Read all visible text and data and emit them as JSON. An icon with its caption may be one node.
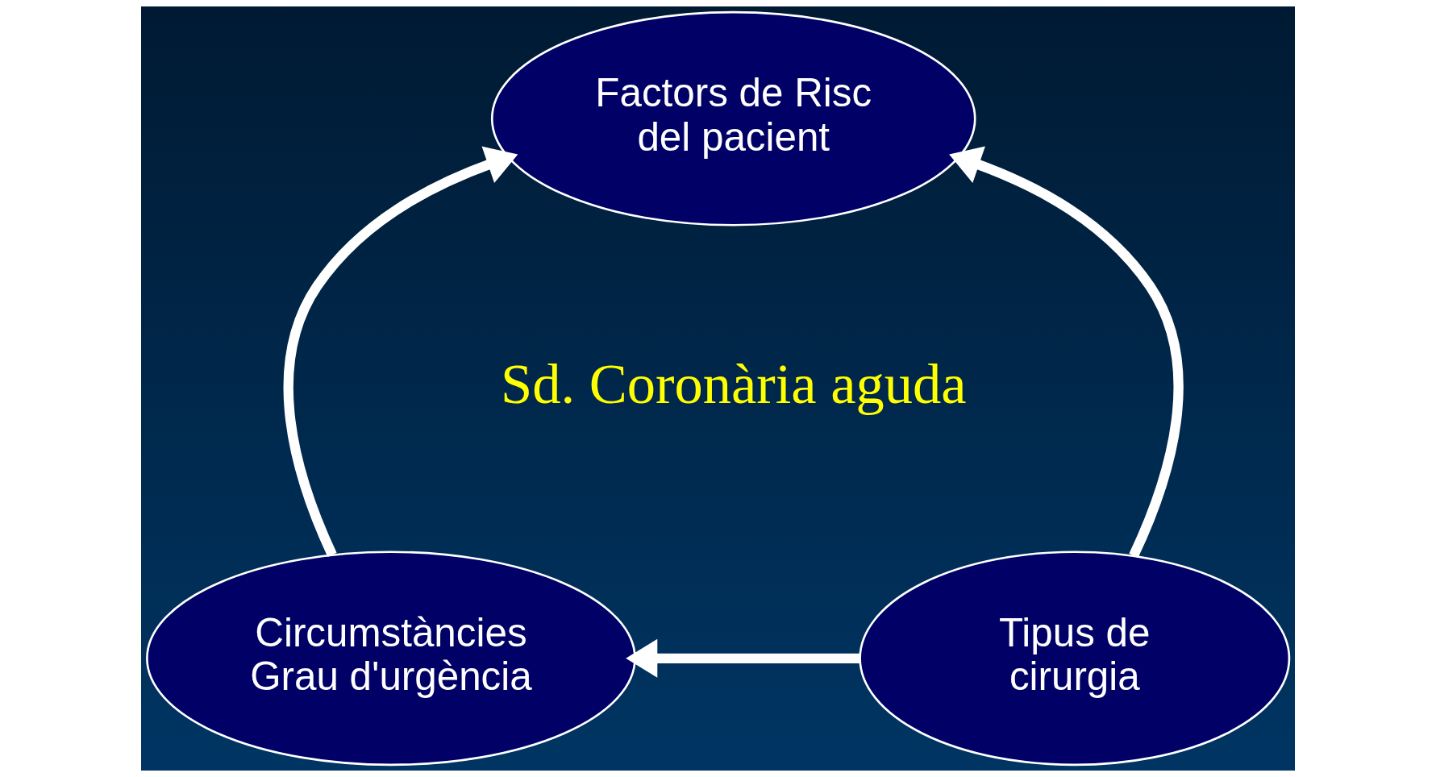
{
  "diagram": {
    "nodes": [
      {
        "text": [
          "Factors de Risc del pacient"
        ]
      },
      {
        "text": [
          "Circumstàncies Grau d'urgència"
        ]
      },
      {
        "text": [
          "Tipus de cirurgia"
        ]
      }
    ],
    "edges": [
      {
        "from": 1,
        "to": 0,
        "arrow": "to"
      },
      {
        "from": 2,
        "to": 0,
        "arrow": "to"
      },
      {
        "from": 2,
        "to": 1,
        "arrow": "to"
      }
    ],
    "labels": [
      "Sd. Coronària aguda"
    ]
  }
}
